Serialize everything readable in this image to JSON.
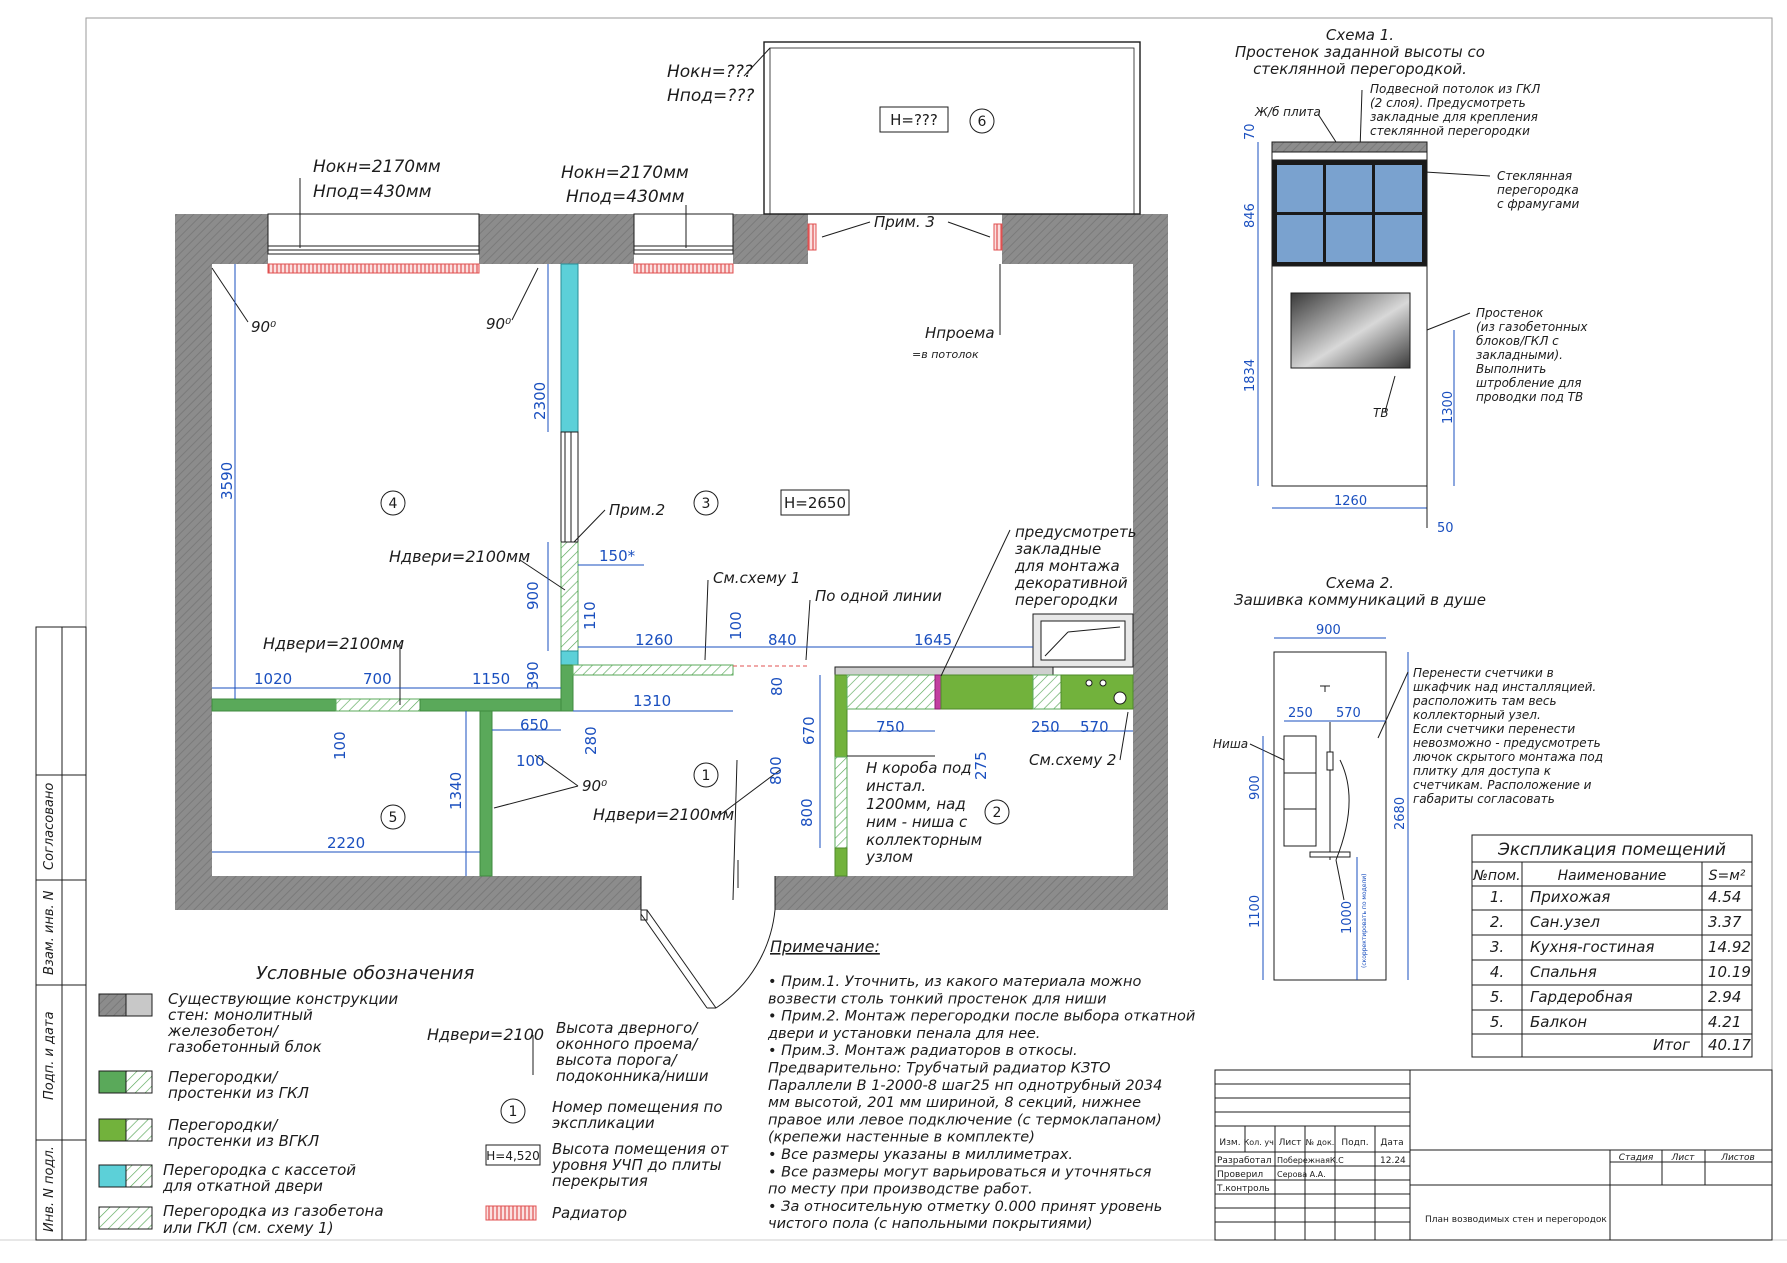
{
  "rooms": [
    {
      "number": "1"
    },
    {
      "number": "2"
    },
    {
      "number": "3"
    },
    {
      "number": "4"
    },
    {
      "number": "5"
    },
    {
      "number": "6"
    }
  ],
  "room_heights": {
    "main": "H=2650",
    "balcony": "H=???"
  },
  "window_notes": {
    "left": {
      "h_window": "Hокн=2170мм",
      "h_sill": "Hпод=430мм"
    },
    "mid": {
      "h_window": "Hокн=2170мм",
      "h_sill": "Hпод=430мм"
    },
    "balcony": {
      "h_window": "Hокн=???",
      "h_sill": "Hпод=???"
    }
  },
  "plan_notes": {
    "note3": "Прим. 3",
    "opening_h": "Hпроема",
    "opening_sub": "=в потолок",
    "note2": "Прим.2",
    "door_h": "Hдвери=2100мм",
    "see_scheme1": "См.схему 1",
    "one_line": "По одной линии",
    "decor_1": "предусмотреть",
    "decor_2": "закладные",
    "decor_3": "для монтажа",
    "decor_4": "декоративной",
    "decor_5": "перегородки",
    "box_1": "H короба под",
    "box_2": "инстал.",
    "box_3": "1200мм, над",
    "box_4": "ним - ниша с",
    "box_5": "коллекторным",
    "box_6": "узлом",
    "see_scheme2": "См.схему 2",
    "angle": "90⁰"
  },
  "dims": {
    "d3590": "3590",
    "d2300": "2300",
    "d900": "900",
    "d390": "390",
    "d110": "110",
    "d150": "150*",
    "d1260": "1260",
    "d100": "100",
    "d840": "840",
    "d1645": "1645",
    "d1020": "1020",
    "d700": "700",
    "d1150": "1150",
    "d1310": "1310",
    "d80": "80",
    "d650": "650",
    "d280": "280",
    "d1340": "1340",
    "d2220": "2220",
    "d670": "670",
    "d800": "800",
    "d750": "750",
    "d275": "275",
    "d250": "250",
    "d570": "570"
  },
  "scheme1": {
    "title1": "Схема 1.",
    "title2": "Простенок заданной высоты со",
    "title3": "стеклянной перегородкой.",
    "slab": "Ж/б плита",
    "ceil_1": "Подвесной потолок из ГКЛ",
    "ceil_2": "(2 слоя). Предусмотреть",
    "ceil_3": "закладные для крепления",
    "ceil_4": "стеклянной перегородки",
    "glass_1": "Стеклянная",
    "glass_2": "перегородка",
    "glass_3": "с фрамугами",
    "wall_1": "Простенок",
    "wall_2": "(из газобетонных",
    "wall_3": "блоков/ГКЛ с",
    "wall_4": "закладными).",
    "wall_5": "Выполнить",
    "wall_6": "штробление для",
    "wall_7": "проводки под ТВ",
    "tv": "ТВ",
    "d70": "70",
    "d846": "846",
    "d1834": "1834",
    "d1300": "1300",
    "d1260": "1260",
    "d50": "50"
  },
  "scheme2": {
    "title1": "Схема 2.",
    "title2": "Зашивка коммуникаций в душе",
    "niche": "Ниша",
    "note_1": "Перенести счетчики в",
    "note_2": "шкафчик над инсталляцией.",
    "note_3": "расположить там весь",
    "note_4": "коллекторный узел.",
    "note_5": "Если счетчики перенести",
    "note_6": "невозможно - предусмотреть",
    "note_7": "лючок скрытого монтажа под",
    "note_8": "плитку для доступа к",
    "note_9": "счетчикам. Расположение и",
    "note_10": "габариты согласовать",
    "d900": "900",
    "d250": "250",
    "d570": "570",
    "d900v": "900",
    "d1100": "1100",
    "d1000": "1000",
    "d1000_note": "(скорректировать по модели)",
    "d2680": "2680"
  },
  "explication": {
    "title": "Экспликация помещений",
    "headers": [
      "№пом.",
      "Наименование",
      "S=м²"
    ],
    "rows": [
      [
        "1.",
        "Прихожая",
        "4.54"
      ],
      [
        "2.",
        "Сан.узел",
        "3.37"
      ],
      [
        "3.",
        "Кухня-гостиная",
        "14.92"
      ],
      [
        "4.",
        "Спальня",
        "10.19"
      ],
      [
        "5.",
        "Гардеробная",
        "2.94"
      ],
      [
        "5.",
        "Балкон",
        "4.21"
      ]
    ],
    "total_label": "Итог",
    "total_value": "40.17"
  },
  "legend": {
    "title": "Условные обозначения",
    "existing_1": "Существующие конструкции",
    "existing_2": "стен: монолитный",
    "existing_3": "железобетон/",
    "existing_4": "газобетонный блок",
    "gkl_1": "Перегородки/",
    "gkl_2": "простенки из ГКЛ",
    "vgkl_1": "Перегородки/",
    "vgkl_2": "простенки из ВГКЛ",
    "cassette_1": "Перегородка с кассетой",
    "cassette_2": "для откатной двери",
    "gas_1": "Перегородка из газобетона",
    "gas_2": "или ГКЛ (см. схему 1)",
    "h_symbol": "Hдвери=2100",
    "h_desc_1": "Высота дверного/",
    "h_desc_2": "оконного проема/",
    "h_desc_3": "высота порога/",
    "h_desc_4": "подоконника/ниши",
    "num_symbol": "1",
    "num_desc_1": "Номер помещения по",
    "num_desc_2": "экспликации",
    "hr_symbol": "H=4,520",
    "hr_desc_1": "Высота помещения от",
    "hr_desc_2": "уровня УЧП до плиты",
    "hr_desc_3": "перекрытия",
    "radiator": "Радиатор"
  },
  "notes": {
    "title": "Примечание:",
    "lines": [
      "• Прим.1. Уточнить, из какого материала можно",
      "  возвести столь тонкий простенок для ниши",
      "• Прим.2. Монтаж перегородки после выбора откатной",
      "  двери и установки пенала для нее.",
      "• Прим.3. Монтаж радиаторов в откосы.",
      "  Предварительно: Трубчатый радиатор КЗТО",
      "  Параллели В 1-2000-8 шаг25 нп однотрубный 2034",
      "  мм высотой, 201 мм шириной, 8 секций, нижнее",
      "  правое или левое подключение (с термоклапаном)",
      "  (крепежи настенные в комплекте)",
      "• Все размеры указаны в миллиметрах.",
      "• Все размеры могут варьироваться и уточняться",
      "  по месту при производстве работ.",
      "• За относительную отметку 0.000 принят уровень",
      "  чистого пола (с напольными покрытиями)"
    ]
  },
  "side_stamp": [
    "Согласовано",
    "Взам. инв. N",
    "Подп. и дата",
    "Инв. N подл."
  ],
  "title_block": {
    "cols": [
      "Изм.",
      "Кол. уч.",
      "Лист",
      "№ док.",
      "Подп.",
      "Дата"
    ],
    "developed": "Разработал",
    "developer": "ПобережнаяК.С",
    "date": "12.24",
    "checked": "Проверил",
    "checker": "Серова А.А.",
    "tcontrol": "Т.контроль",
    "stage": "Стадия",
    "sheet": "Лист",
    "sheets": "Листов",
    "drawing_title": "План возводимых стен и перегородок"
  },
  "colors": {
    "wall": "#8c8c8c",
    "gkl": "#5aa95a",
    "vgkl": "#72b23c",
    "cassette": "#5cd0d8",
    "radiator": "#e05050",
    "dimension": "#1a4fbf",
    "glass": "#7aa2cf"
  }
}
